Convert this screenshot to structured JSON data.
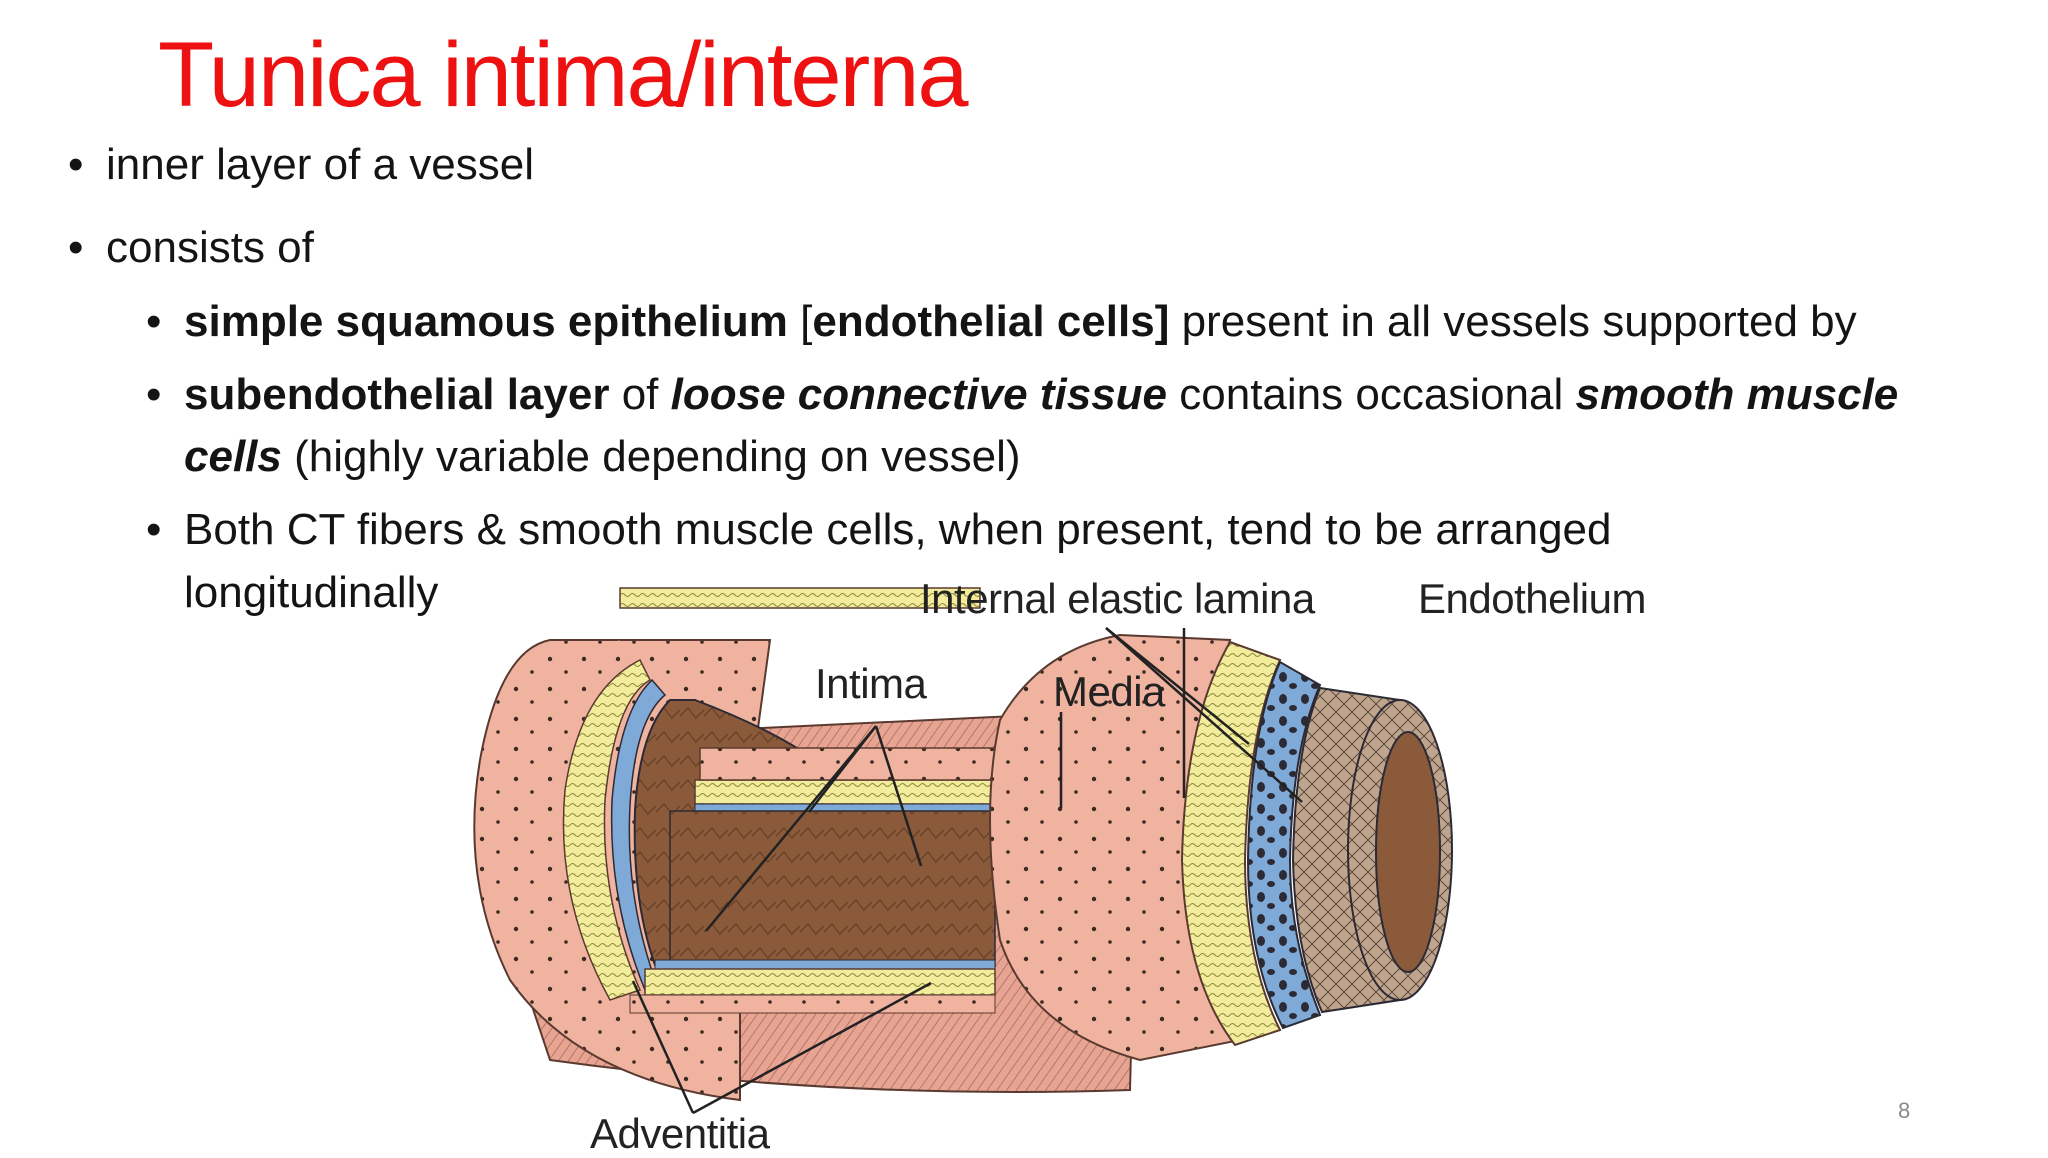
{
  "slide": {
    "title": "Tunica intima/interna",
    "bullets": {
      "b1": "inner layer of a vessel",
      "b2": "consists of",
      "s1": {
        "bold1": "simple squamous epithelium",
        "plain1": " [",
        "bold2": "endothelial cells]",
        "plain2": " present in all vessels supported by"
      },
      "s2": {
        "bold1": "subendothelial layer",
        "plain1": " of ",
        "bolditalic1": "loose connective tissue",
        "plain2": "  contains  occasional ",
        "bolditalic2": "smooth muscle",
        "bolditalic3": "cells",
        "plain3": " (highly  variable depending on vessel)"
      },
      "s3": {
        "line1": "Both CT fibers & smooth muscle cells, when present, tend to be arranged",
        "line2": "longitudinally"
      }
    },
    "bullet_char": "•",
    "page_number": "8"
  },
  "figure": {
    "labels": {
      "internal_elastic_lamina": "Internal elastic lamina",
      "endothelium": "Endothelium",
      "intima": "Intima",
      "media": "Media",
      "adventitia": "Adventitia"
    },
    "colors": {
      "adventitia": "#f0b3a0",
      "media": "#f2ec9c",
      "elastic": "#7fa9d6",
      "lumen": "#8a5a3a",
      "title": "#ee1111"
    }
  }
}
